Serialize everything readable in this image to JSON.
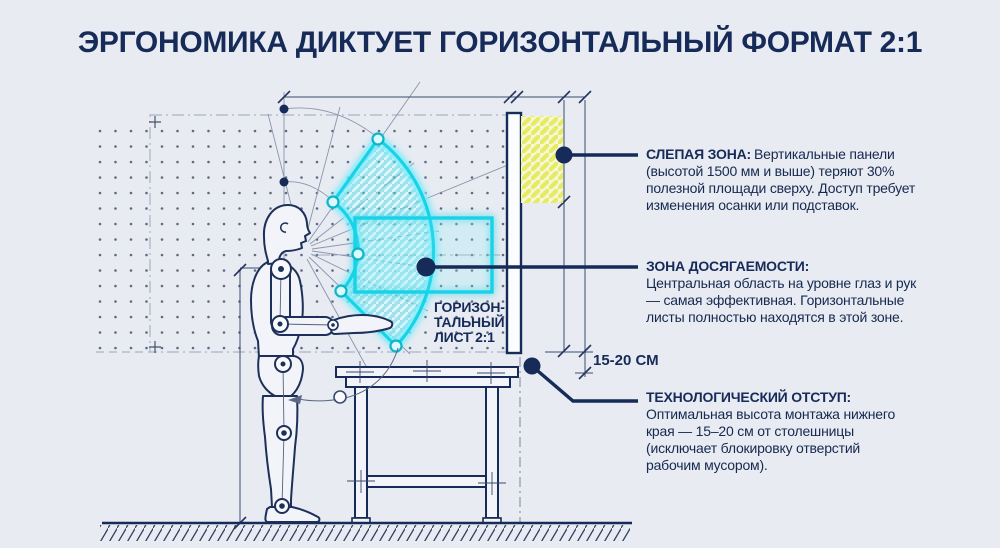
{
  "title": "ЭРГОНОМИКА ДИКТУЕТ ГОРИЗОНТАЛЬНЫЙ ФОРМАТ 2:1",
  "diagram": {
    "sheet_label": "ГОРИЗОН-\nТАЛЬНЫЙ\nЛИСТ 2:1",
    "dimension_label": "15-20 СМ"
  },
  "annotations": {
    "blind_zone": {
      "heading": "СЛЕПАЯ ЗОНА:",
      "body": "Вертикальные панели (высотой 1500 мм и выше) теряют 30% полезной площади сверху. Доступ требует изменения осанки или подставок."
    },
    "reach_zone": {
      "heading": "ЗОНА ДОСЯГАЕМОСТИ:",
      "body": "Центральная область на уровне глаз и рук — самая эффективная. Горизонтальные листы полностью находятся в этой зоне."
    },
    "tech_offset": {
      "heading": "ТЕХНОЛОГИЧЕСКИЙ ОТСТУП:",
      "body": "Оптимальная высота монтажа нижнего края — 15–20 см от столешницы (исключает блокировку отверстий рабочим мусором)."
    }
  },
  "colors": {
    "navy": "#162b58",
    "cyan": "#19d3e6",
    "glow": "#8ef2ff",
    "yellow": "#e7eb63",
    "bg": "#e8ebf2",
    "line": "#8a95aa",
    "text": "#16294f"
  }
}
